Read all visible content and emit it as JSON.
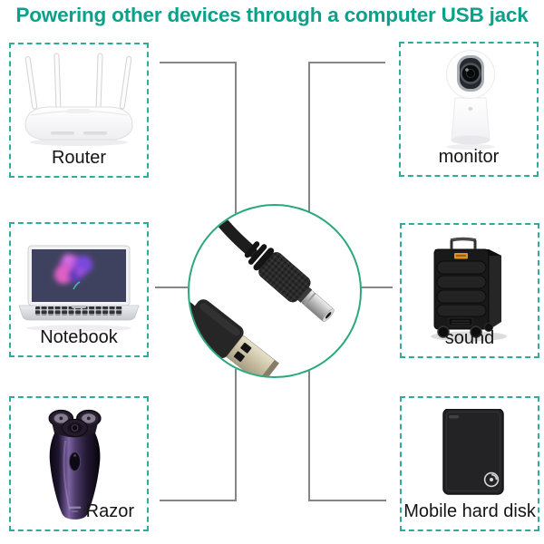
{
  "title": "Powering other devices through a computer USB jack",
  "theme": {
    "title_color": "#0aa18b",
    "box_border_color": "#2fab9c",
    "circle_border_color": "#2aa77e",
    "connector_color": "#868686",
    "label_color": "#141414",
    "background": "#ffffff"
  },
  "devices": [
    {
      "id": "router",
      "label": "Router",
      "icon": "wifi-router-image"
    },
    {
      "id": "monitor",
      "label": "monitor",
      "icon": "security-camera-image"
    },
    {
      "id": "notebook",
      "label": "Notebook",
      "icon": "laptop-image"
    },
    {
      "id": "sound",
      "label": "sound",
      "icon": "speaker-image"
    },
    {
      "id": "razor",
      "label": "Razor",
      "icon": "electric-shaver-image"
    },
    {
      "id": "hard_disk",
      "label": "Mobile hard disk",
      "icon": "portable-hard-drive-image"
    }
  ],
  "center": {
    "icon": "usb-a-to-dc-barrel-cable-image"
  }
}
